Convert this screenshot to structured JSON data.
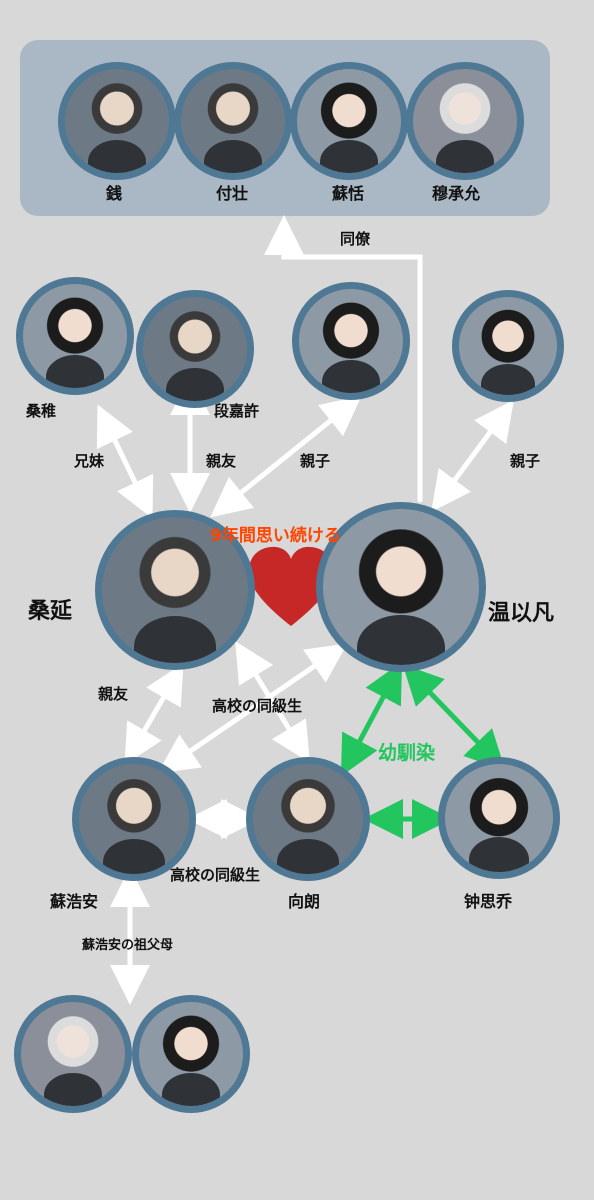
{
  "colleagues": {
    "names": [
      "銭",
      "付壮",
      "蘇恬",
      "穆承允"
    ]
  },
  "family_friends": {
    "sister": "桑稚",
    "friend": "段嘉許"
  },
  "main": {
    "left": "桑延",
    "right": "温以凡",
    "love_caption": "9年間思い続ける"
  },
  "lower": {
    "su": "蘇浩安",
    "xiang": "向朗",
    "zhong": "钟思乔"
  },
  "relations": {
    "colleague": "同僚",
    "siblings": "兄妹",
    "close_friend_1": "親友",
    "parent_child_1": "親子",
    "parent_child_2": "親子",
    "close_friend_2": "親友",
    "hs_classmates_1": "高校の同級生",
    "childhood_friends": "幼馴染",
    "hs_classmates_2": "高校の同級生",
    "grandparents": "蘇浩安の祖父母"
  },
  "colors": {
    "arrow_white": "#ffffff",
    "arrow_green": "#22c55e",
    "heart": "#c62828",
    "caption": "#ff4500",
    "ring": "#4f7894",
    "panel": "#a9b8c4"
  }
}
